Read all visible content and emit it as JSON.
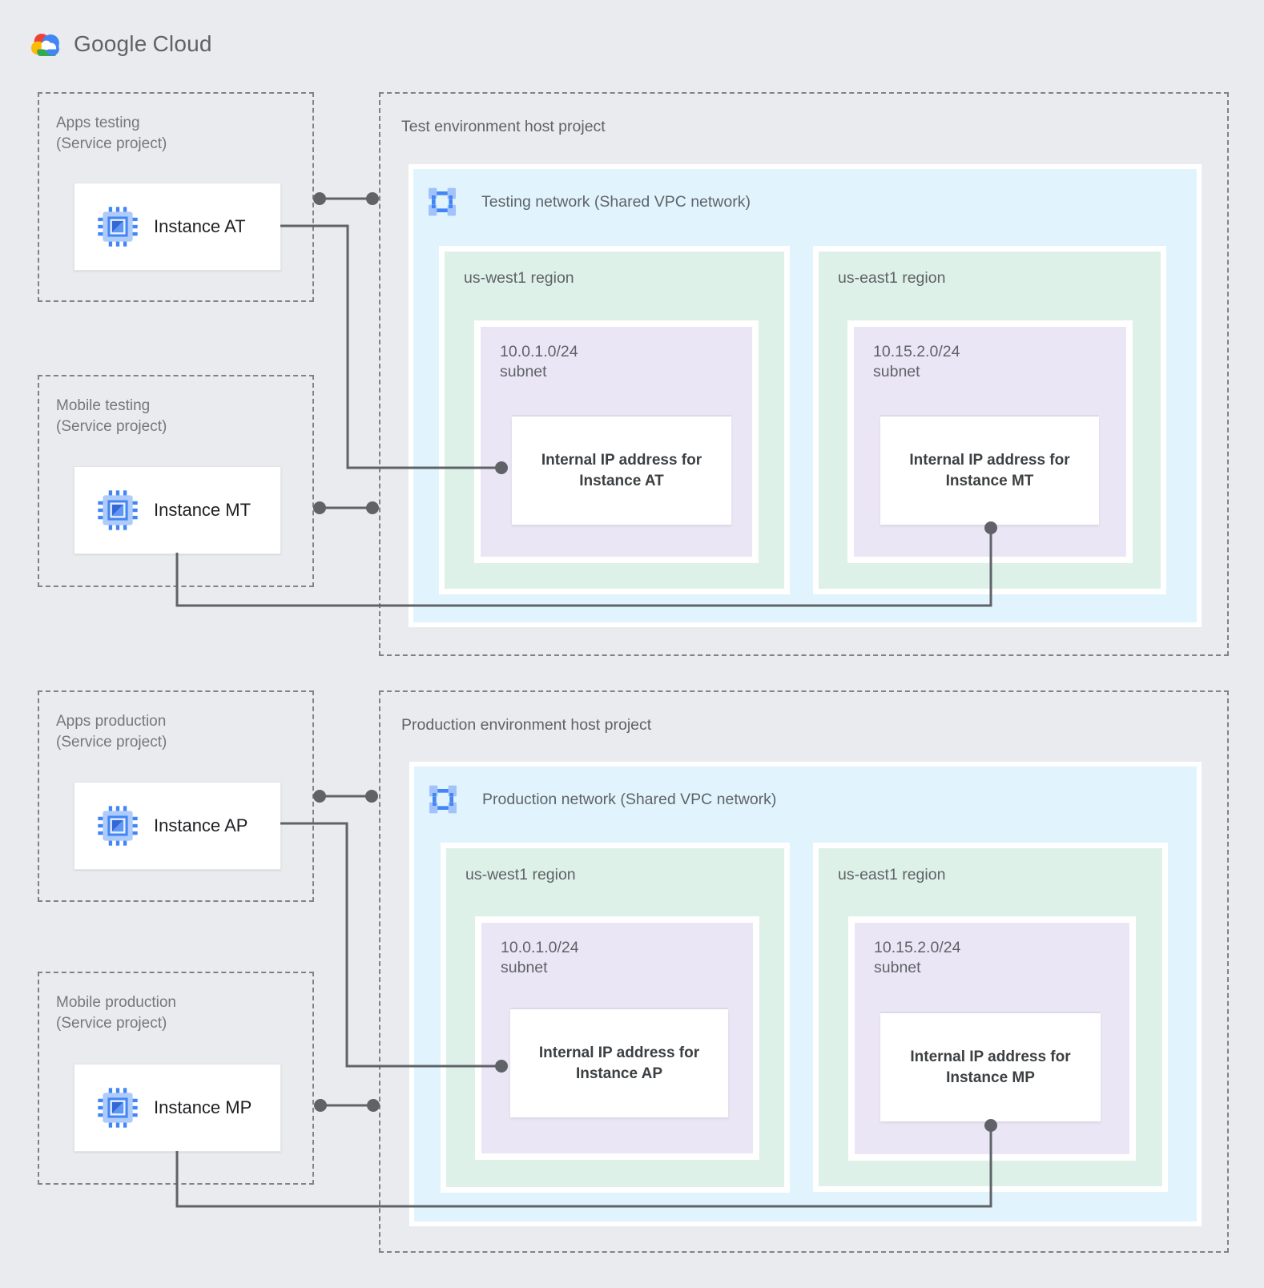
{
  "logo": {
    "part1": "Google",
    "part2": "Cloud"
  },
  "service_projects": [
    {
      "line1": "Apps testing",
      "line2": "(Service project)",
      "instance": "Instance AT"
    },
    {
      "line1": "Mobile testing",
      "line2": "(Service project)",
      "instance": "Instance MT"
    },
    {
      "line1": "Apps production",
      "line2": "(Service project)",
      "instance": "Instance AP"
    },
    {
      "line1": "Mobile production",
      "line2": "(Service project)",
      "instance": "Instance MP"
    }
  ],
  "host_projects": [
    {
      "title": "Test environment host project",
      "network": "Testing network (Shared VPC network)",
      "regions": [
        {
          "name": "us-west1 region",
          "cidr": "10.0.1.0/24",
          "subnet_word": "subnet",
          "ip1": "Internal IP address for",
          "ip2": "Instance AT"
        },
        {
          "name": "us-east1 region",
          "cidr": "10.15.2.0/24",
          "subnet_word": "subnet",
          "ip1": "Internal IP address for",
          "ip2": "Instance MT"
        }
      ]
    },
    {
      "title": "Production environment host project",
      "network": "Production network (Shared VPC network)",
      "regions": [
        {
          "name": "us-west1 region",
          "cidr": "10.0.1.0/24",
          "subnet_word": "subnet",
          "ip1": "Internal IP address for",
          "ip2": "Instance AP"
        },
        {
          "name": "us-east1 region",
          "cidr": "10.15.2.0/24",
          "subnet_word": "subnet",
          "ip1": "Internal IP address for",
          "ip2": "Instance MP"
        }
      ]
    }
  ],
  "colors": {
    "page_bg": "#E9EBEE",
    "network_bg": "#E1F4FD",
    "region_bg": "#DEF1E8",
    "subnet_bg": "#EBE6F5",
    "connector": "#5F6368",
    "accent_blue": "#4285F4",
    "accent_light_blue": "#AECBFA"
  },
  "icons": {
    "instance": "compute-engine-chip-icon",
    "network": "shared-vpc-network-icon",
    "brand": "google-cloud-logo"
  }
}
